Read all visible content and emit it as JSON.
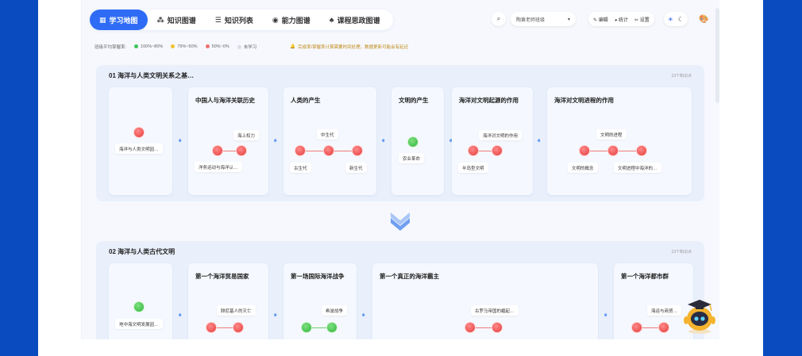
{
  "nav": {
    "items": [
      {
        "label": "学习地图",
        "icon": "map-icon",
        "active": true
      },
      {
        "label": "知识图谱",
        "icon": "graph-icon",
        "active": false
      },
      {
        "label": "知识列表",
        "icon": "list-icon",
        "active": false
      },
      {
        "label": "能力图谱",
        "icon": "ability-icon",
        "active": false
      },
      {
        "label": "课程思政图谱",
        "icon": "course-icon",
        "active": false
      }
    ]
  },
  "toolbar": {
    "select_value": "陶黄老师班级",
    "edit_label": "编辑",
    "stats_label": "统计",
    "settings_label": "设置"
  },
  "legend": {
    "label": "班级平均掌握率:",
    "items": [
      {
        "label": "100%~80%",
        "color": "#3cc35a"
      },
      {
        "label": "79%~50%",
        "color": "#f2c230"
      },
      {
        "label": "50%~0%",
        "color": "#f07070"
      },
      {
        "label": "未学习",
        "color": "#d8dce4"
      }
    ],
    "notice": "完成率/掌握率计算需要时间处理，数据更新可能会有延迟"
  },
  "sections": [
    {
      "title": "01 海洋与人类文明关系之基…",
      "count": "13个知识点",
      "cards": [
        {
          "title": "",
          "tags": [
            "海洋与人类文明因…"
          ]
        },
        {
          "title": "中国人与海洋关联历史",
          "tags": [
            "海上权力",
            "洋务运动与海洋认…"
          ]
        },
        {
          "title": "人类的产生",
          "tags": [
            "中生代",
            "古生代",
            "新生代"
          ]
        },
        {
          "title": "文明的产生",
          "tags": [
            "农业革命"
          ]
        },
        {
          "title": "海洋对文明起源的作用",
          "tags": [
            "海洋对文明的作用",
            "半岛型文明"
          ]
        },
        {
          "title": "海洋对文明进程的作用",
          "tags": [
            "文明的进程",
            "文明的概念",
            "文明进程中海洋的…"
          ]
        }
      ]
    },
    {
      "title": "02 海洋与人类古代文明",
      "count": "13个知识点",
      "cards": [
        {
          "title": "",
          "tags": [
            "地中海文明发展因…"
          ]
        },
        {
          "title": "第一个海洋贸易国家",
          "tags": [
            "腓尼基人的灭亡"
          ]
        },
        {
          "title": "第一场国际海洋战争",
          "tags": [
            "希波战争"
          ]
        },
        {
          "title": "第一个真正的海洋霸主",
          "tags": [
            "古罗马帝国的崛起…"
          ]
        },
        {
          "title": "第一个海洋都市群",
          "tags": [
            "海运与商贸…"
          ]
        }
      ]
    }
  ]
}
